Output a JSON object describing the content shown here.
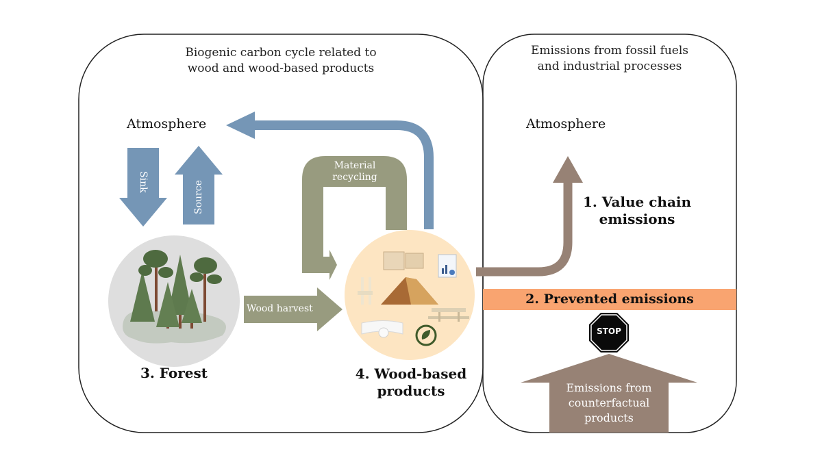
{
  "left_panel": {
    "title_line1": "Biogenic carbon cycle related to",
    "title_line2": "wood and wood-based products",
    "atmosphere_label": "Atmosphere",
    "sink_label": "Sink",
    "source_label": "Source",
    "recycling_line1": "Material",
    "recycling_line2": "recycling",
    "harvest_label": "Wood harvest",
    "forest_label": "3. Forest",
    "products_line1": "4. Wood-based",
    "products_line2": "products",
    "product_icons": [
      "crates-icon",
      "document-chart-icon",
      "chair-icon",
      "log-pile-icon",
      "picnic-table-icon",
      "paper-roll-icon",
      "bioenergy-plug-icon"
    ]
  },
  "right_panel": {
    "title_line1": "Emissions from fossil fuels",
    "title_line2": "and industrial processes",
    "atmosphere_label": "Atmosphere",
    "value_chain_line1": "1. Value chain",
    "value_chain_line2": "emissions",
    "prevented_label": "2. Prevented emissions",
    "stop_label": "STOP",
    "counterfactual_line1": "Emissions from",
    "counterfactual_line2": "counterfactual",
    "counterfactual_line3": "products"
  },
  "colors": {
    "blue_arrow": "#7596b6",
    "green_arrow": "#989b7f",
    "brown_arrow": "#978275",
    "prevented_bar": "#f9a470",
    "forest_circle": "#dedede",
    "products_circle": "#fde5c2",
    "stop_sign": "#0a0a0a"
  }
}
